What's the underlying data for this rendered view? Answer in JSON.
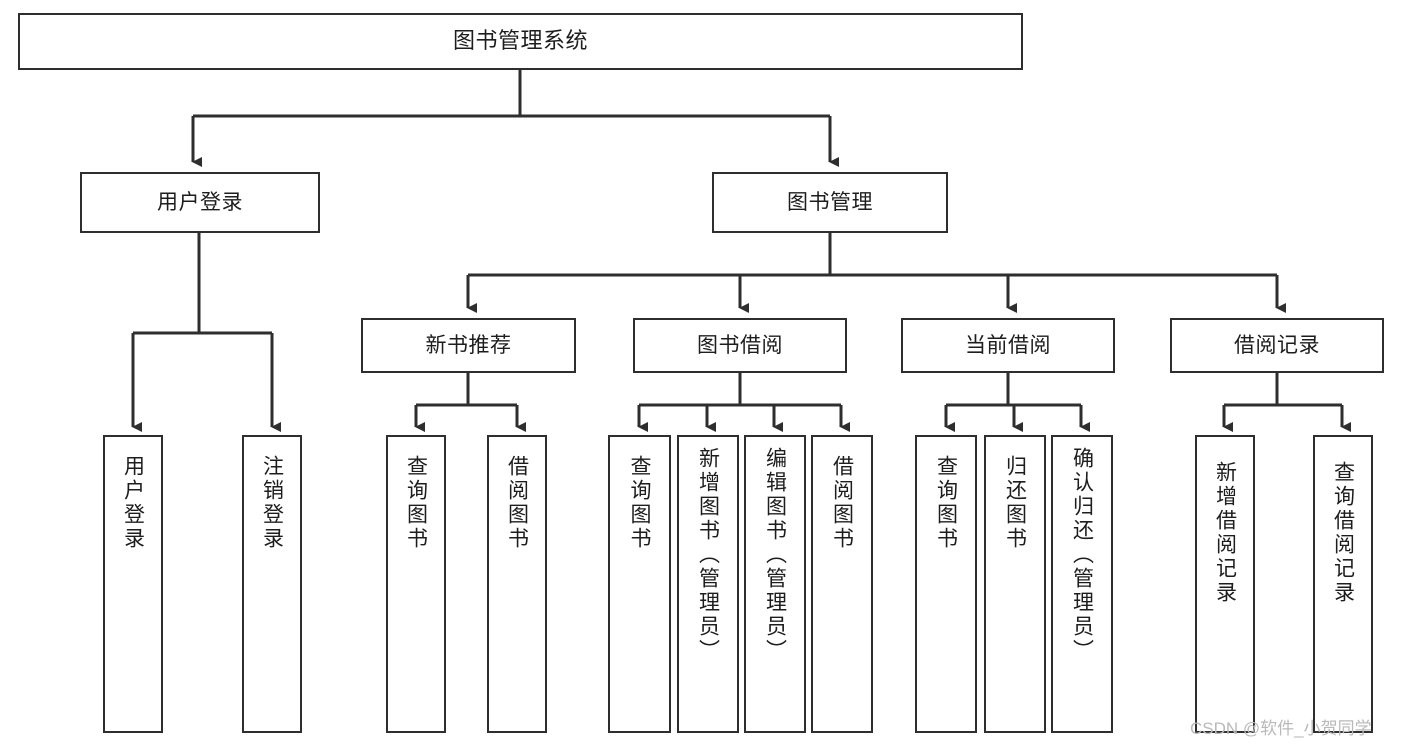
{
  "diagram": {
    "type": "tree-hierarchy",
    "title": "图书管理系统",
    "watermark": "CSDN @软件_小贺同学",
    "colors": {
      "box_border": "#2e2e2e",
      "box_fill": "#ffffff",
      "connector": "#2e2e2e",
      "text": "#1d1d1d",
      "watermark": "#b9b9b9",
      "background": "#ffffff"
    },
    "levels": {
      "root": {
        "label": "图书管理系统"
      },
      "level2": [
        {
          "label": "用户登录"
        },
        {
          "label": "图书管理"
        }
      ],
      "level3": [
        {
          "label": "新书推荐"
        },
        {
          "label": "图书借阅"
        },
        {
          "label": "当前借阅"
        },
        {
          "label": "借阅记录"
        }
      ]
    },
    "nodes": {
      "root": {
        "label": "图书管理系统",
        "orientation": "horizontal"
      },
      "user_login": {
        "label": "用户登录",
        "orientation": "horizontal"
      },
      "book_manage": {
        "label": "图书管理",
        "orientation": "horizontal"
      },
      "new_book_rec": {
        "label": "新书推荐",
        "orientation": "horizontal"
      },
      "book_borrow": {
        "label": "图书借阅",
        "orientation": "horizontal"
      },
      "current_borrow": {
        "label": "当前借阅",
        "orientation": "horizontal"
      },
      "borrow_record": {
        "label": "借阅记录",
        "orientation": "horizontal"
      },
      "leaf_user_login": {
        "label": "用户登录",
        "orientation": "vertical"
      },
      "leaf_logout": {
        "label": "注销登录",
        "orientation": "vertical"
      },
      "leaf_query_book_a": {
        "label": "查询图书",
        "orientation": "vertical"
      },
      "leaf_borrow_book_a": {
        "label": "借阅图书",
        "orientation": "vertical"
      },
      "leaf_query_book_b": {
        "label": "查询图书",
        "orientation": "vertical"
      },
      "leaf_add_book": {
        "label": "新增图书（管理员）",
        "orientation": "vertical"
      },
      "leaf_edit_book": {
        "label": "编辑图书（管理员）",
        "orientation": "vertical"
      },
      "leaf_borrow_book_b": {
        "label": "借阅图书",
        "orientation": "vertical"
      },
      "leaf_query_book_c": {
        "label": "查询图书",
        "orientation": "vertical"
      },
      "leaf_return_book": {
        "label": "归还图书",
        "orientation": "vertical"
      },
      "leaf_confirm_return": {
        "label": "确认归还（管理员）",
        "orientation": "vertical"
      },
      "leaf_add_record": {
        "label": "新增借阅记录",
        "orientation": "vertical"
      },
      "leaf_query_record": {
        "label": "查询借阅记录",
        "orientation": "vertical"
      }
    }
  }
}
